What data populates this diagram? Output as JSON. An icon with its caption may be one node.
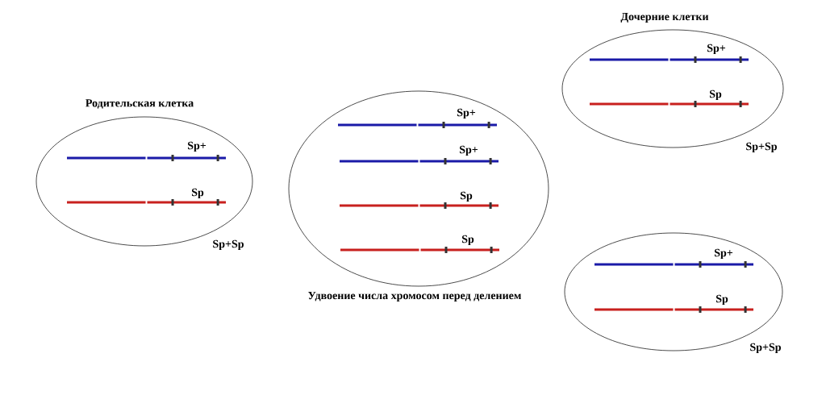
{
  "diagram": {
    "nodes": [
      {
        "text": [
          "Родительская клетка"
        ],
        "beside": [
          "Sp+Sp"
        ]
      },
      {
        "text": [
          "Sp+"
        ],
        "in": 0
      },
      {
        "text": [
          "Sp"
        ],
        "in": 0
      },
      {
        "text": [
          "Удвоение числа хромосом перед делением"
        ]
      },
      {
        "text": [
          "Sp+"
        ],
        "in": 3
      },
      {
        "text": [
          "Sp+"
        ],
        "in": 3
      },
      {
        "text": [
          "Sp"
        ],
        "in": 3
      },
      {
        "text": [
          "Sp"
        ],
        "in": 3
      },
      {
        "text": [
          "Дочерние клетки"
        ],
        "beside": [
          "Sp+Sp"
        ]
      },
      {
        "text": [
          "Sp+"
        ],
        "in": 8
      },
      {
        "text": [
          "Sp"
        ],
        "in": 8
      },
      {
        "text": [],
        "shape": "ellipse",
        "beside": [
          "Sp+Sp"
        ]
      },
      {
        "text": [
          "Sp+"
        ],
        "in": 11
      },
      {
        "text": [
          "Sp"
        ],
        "in": 11
      }
    ]
  }
}
